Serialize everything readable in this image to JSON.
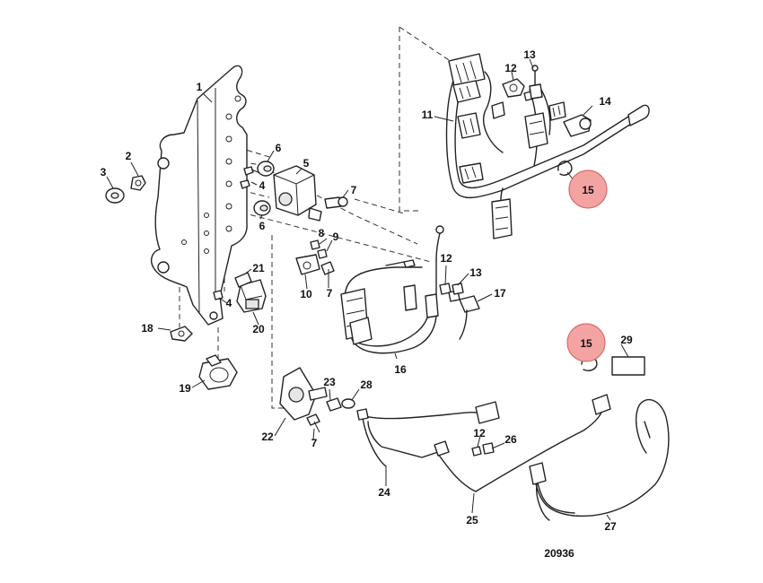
{
  "diagram": {
    "figure_number": "20936",
    "highlight_color": "#f4a3a3",
    "highlighted_callouts": [
      "15",
      "15"
    ],
    "callouts": {
      "c1": "1",
      "c2": "2",
      "c3": "3",
      "c4a": "4",
      "c4b": "4",
      "c5": "5",
      "c6a": "6",
      "c6b": "6",
      "c7a": "7",
      "c7b": "7",
      "c7c": "7",
      "c8": "8",
      "c9": "9",
      "c10": "10",
      "c11": "11",
      "c12a": "12",
      "c12b": "12",
      "c12c": "12",
      "c13a": "13",
      "c13b": "13",
      "c14": "14",
      "c15a": "15",
      "c15b": "15",
      "c16": "16",
      "c17": "17",
      "c18": "18",
      "c19": "19",
      "c20": "20",
      "c21": "21",
      "c22": "22",
      "c23": "23",
      "c24": "24",
      "c25": "25",
      "c26": "26",
      "c27": "27",
      "c28": "28",
      "c29": "29"
    }
  }
}
